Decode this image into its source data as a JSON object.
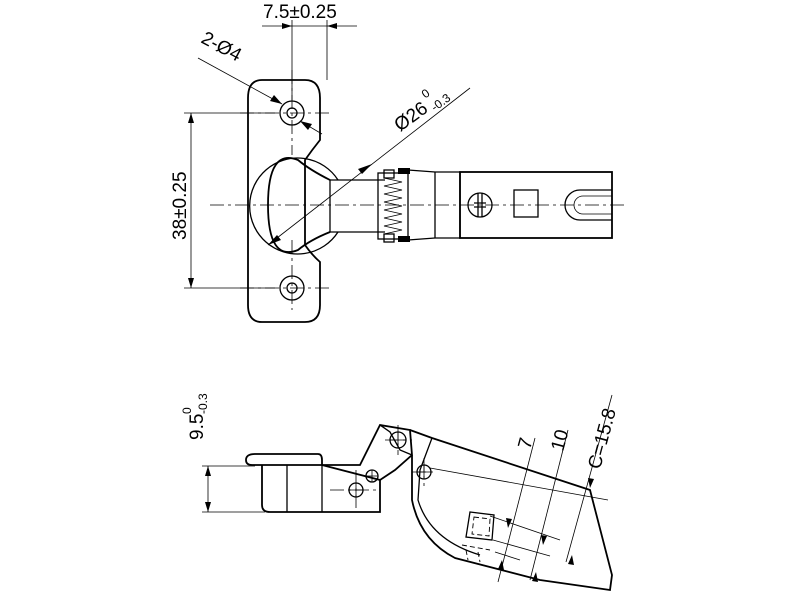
{
  "dimensions": {
    "hole_spacing_width": "7.5±0.25",
    "hole_count_diameter": "2-Ø4",
    "cup_diameter_main": "Ø26",
    "cup_diameter_tol_upper": "0",
    "cup_diameter_tol_lower": "-0.3",
    "hole_pitch": "38±0.25",
    "height_main": "9.5",
    "height_tol_upper": "0",
    "height_tol_lower": "-0.3",
    "offset_7": "7",
    "offset_10": "10",
    "offset_c": "C=15.8"
  }
}
